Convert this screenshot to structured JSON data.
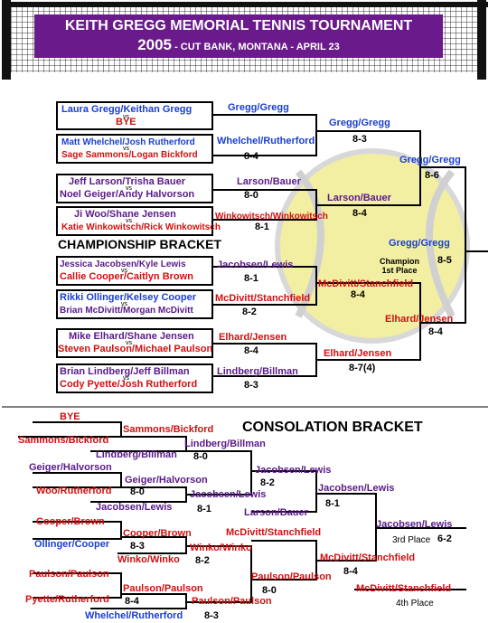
{
  "header": {
    "title": "KEITH GREGG MEMORIAL TENNIS TOURNAMENT",
    "year": "2005",
    "subtitle": " - CUT BANK, MONTANA - APRIL 23"
  },
  "championship": {
    "label": "CHAMPIONSHIP  BRACKET",
    "champion_label1": "Champion",
    "champion_label2": "1st Place",
    "first_round": [
      {
        "team1": "Laura Gregg/Keithan Gregg",
        "team2": "BYE",
        "vs": "vs"
      },
      {
        "team1": "Matt Whelchel/Josh Rutherford",
        "team2": "Sage Sammons/Logan Bickford",
        "vs": "vs"
      },
      {
        "team1": "Jeff Larson/Trisha Bauer",
        "team2": "Noel Geiger/Andy Halvorson",
        "vs": "vs"
      },
      {
        "team1": "Ji Woo/Shane Jensen",
        "team2": "Katie Winkowitsch/Rick Winkowitsch",
        "vs": "vs"
      },
      {
        "team1": "Jessica Jacobsen/Kyle Lewis",
        "team2": "Callie Cooper/Caitlyn Brown",
        "vs": "vs"
      },
      {
        "team1": "Rikki Ollinger/Kelsey Cooper",
        "team2": "Brian McDivitt/Morgan McDivitt",
        "vs": "vs"
      },
      {
        "team1": "Mike Elhard/Shane Jensen",
        "team2": "Steven Paulson/Michael Paulson",
        "vs": "vs"
      },
      {
        "team1": "Brian Lindberg/Jeff Billman",
        "team2": "Cody Pyette/Josh Rutherford",
        "vs": "vs"
      }
    ],
    "r2": [
      {
        "winner": "Gregg/Gregg",
        "score": ""
      },
      {
        "winner": "Whelchel/Rutherford",
        "score": "8-4"
      },
      {
        "winner": "Larson/Bauer",
        "score": "8-0"
      },
      {
        "winner": "Winkowitsch/Winkowitsch",
        "score": "8-1"
      },
      {
        "winner": "Jacobsen/Lewis",
        "score": "8-1"
      },
      {
        "winner": "McDivitt/Stanchfield",
        "score": "8-2"
      },
      {
        "winner": "Elhard/Jensen",
        "score": "8-4"
      },
      {
        "winner": "Lindberg/Billman",
        "score": "8-3"
      }
    ],
    "r3": [
      {
        "winner": "Gregg/Gregg",
        "score": "8-3"
      },
      {
        "winner": "Larson/Bauer",
        "score": "8-4"
      },
      {
        "winner": "McDivitt/Stanchfield",
        "score": "8-4"
      },
      {
        "winner": "Elhard/Jensen",
        "score": "8-7(4)"
      }
    ],
    "r4": [
      {
        "winner": "Gregg/Gregg",
        "score": "8-6"
      },
      {
        "winner": "Elhard/Jensen",
        "score": "8-4"
      }
    ],
    "final": {
      "winner": "Gregg/Gregg",
      "score": "8-5"
    }
  },
  "consolation": {
    "label": "CONSOLATION  BRACKET",
    "third_place_label": "3rd Place",
    "fourth_place_label": "4th Place",
    "r1": [
      {
        "team": "BYE"
      },
      {
        "team": "Sammons/Bickford"
      },
      {
        "team": "Lindberg/Billman"
      },
      {
        "team": "Geiger/Halvorson"
      },
      {
        "team": "Woo/Rutherford"
      },
      {
        "team": "Jacobsen/Lewis"
      },
      {
        "team": "Cooper/Brown"
      },
      {
        "team": "Ollinger/Cooper"
      },
      {
        "team": "Winko/Winko"
      },
      {
        "team": "Paulson/Paulson"
      },
      {
        "team": "Pyette/Rutherford"
      },
      {
        "team": "Whelchel/Rutherford"
      }
    ],
    "r2": [
      {
        "winner": "Sammons/Bickford",
        "score": ""
      },
      {
        "winner": "Geiger/Halvorson",
        "score": "8-0"
      },
      {
        "winner": "Cooper/Brown",
        "score": "8-3"
      },
      {
        "winner": "Paulson/Paulson",
        "score": "8-4"
      }
    ],
    "r3": [
      {
        "winner": "Lindberg/Billman",
        "score": "8-0"
      },
      {
        "winner": "Jacobsen/Lewis",
        "score": "8-1"
      },
      {
        "winner": "Winko/Winko",
        "score": "8-2"
      },
      {
        "winner": "Paulson/Paulson",
        "score": "8-3"
      }
    ],
    "r4": [
      {
        "winner": "Jacobsen/Lewis",
        "score": "8-2"
      },
      {
        "winner": "Larson/Bauer",
        "score": ""
      },
      {
        "winner": "McDivitt/Stanchfield",
        "score": ""
      },
      {
        "winner": "Paulson/Paulson",
        "score": "8-0"
      }
    ],
    "r5": [
      {
        "winner": "Jacobsen/Lewis",
        "score": "8-1"
      },
      {
        "winner": "McDivitt/Stanchfield",
        "score": "8-4"
      }
    ],
    "third": {
      "winner": "Jacobsen/Lewis",
      "score": "6-2"
    },
    "fourth": {
      "winner": "McDivitt/Stanchfield"
    }
  },
  "colors": {
    "banner": "#6a1a8a",
    "blue": "#1a3fd0",
    "red": "#d01010",
    "purple": "#5a1a8a",
    "ball": "#f4f0a0"
  }
}
